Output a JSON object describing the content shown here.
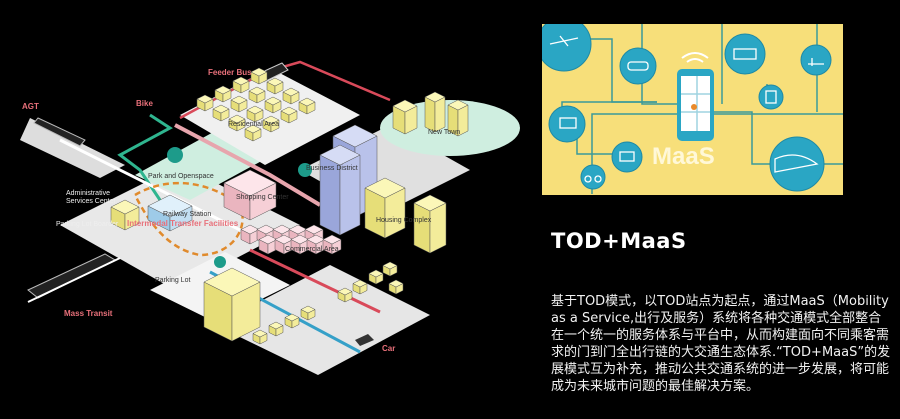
{
  "illustration": {
    "labels": {
      "agt": "AGT",
      "bike": "Bike",
      "feeder_bus": "Feeder Bus",
      "residential": "Residential Area",
      "new_town": "New Town",
      "park": "Park and Openspace",
      "business": "Business District",
      "admin": "Administrative Services Center",
      "admin_1": "Administrative",
      "admin_2": "Services Center",
      "shopping": "Shopping Center",
      "railway": "Railway Station",
      "parking_border": "Parking Lot Boarder",
      "intermodal": "Intermodal Transfer Facilities",
      "housing": "Housing Complex",
      "commercial": "Commercial Area",
      "parking": "Parking Lot",
      "mass_transit": "Mass Transit",
      "car": "Car"
    }
  },
  "maas_image": {
    "label": "MaaS",
    "icons": [
      "airplane-icon",
      "car-icon",
      "bridge-icon",
      "scooter-icon",
      "tram-icon",
      "bus-icon",
      "truck-icon",
      "bicycle-icon",
      "bullet-train-icon",
      "smartphone-icon",
      "location-pin-icon",
      "wifi-icon"
    ],
    "colors": {
      "background": "#f7df7a",
      "circle": "#2aa6c4",
      "line": "#3a9a9a"
    }
  },
  "content": {
    "title": "TOD+MaaS",
    "description": "基于TOD模式，以TOD站点为起点，通过MaaS（Mobility as a Service,出行及服务）系统将各种交通模式全部整合在一个统一的服务体系与平台中，从而构建面向不同乘客需求的门到门全出行链的大交通生态体系.“TOD+MaaS”的发展模式互为补充，推动公共交通系统的进一步发展，将可能成为未来城市问题的最佳解决方案。"
  }
}
